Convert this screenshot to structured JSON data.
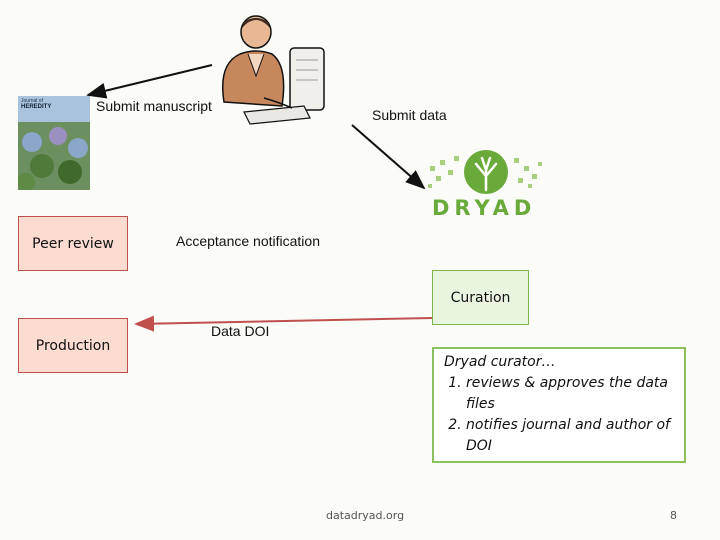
{
  "labels": {
    "submit_manuscript": "Submit manuscript",
    "submit_data": "Submit data",
    "acceptance_notification": "Acceptance notification",
    "data_doi": "Data DOI"
  },
  "boxes": {
    "peer_review": "Peer review",
    "production": "Production",
    "curation": "Curation"
  },
  "journal_cover": {
    "line1": "Journal of",
    "line2": "HEREDITY"
  },
  "dryad_logo_text": "DRYAD",
  "note": {
    "heading": "Dryad curator…",
    "items": [
      "reviews & approves the data files",
      "notifies journal and author of DOI"
    ]
  },
  "footer": {
    "url": "datadryad.org",
    "page": "8"
  },
  "colors": {
    "box_red_fill": "#fcdcd0",
    "box_red_border": "#c0504d",
    "box_green_fill": "#eaf5e0",
    "box_green_border": "#7fb54e",
    "dryad_green": "#6aaa3a"
  }
}
